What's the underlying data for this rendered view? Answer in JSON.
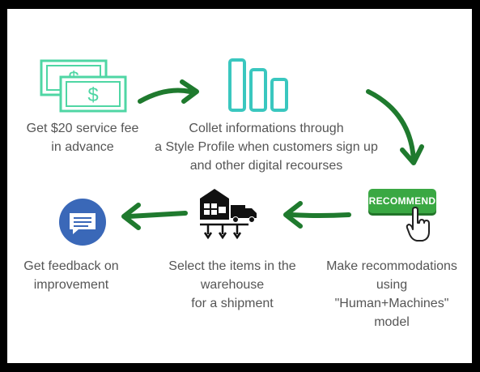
{
  "steps": {
    "fee": {
      "line1": "Get $20 service fee",
      "line2": "in advance"
    },
    "collect": {
      "line1": "Collet informations  through",
      "line2": "a Style Profile when customers sign up",
      "line3": "and other digital recourses"
    },
    "recommend": {
      "button_label": "RECOMMEND",
      "line1": "Make recommodations",
      "line2": "using",
      "line3": "\"Human+Machines\"",
      "line4": "model"
    },
    "warehouse": {
      "line1": "Select the items in the",
      "line2": "warehouse",
      "line3": "for a shipment"
    },
    "feedback": {
      "line1": "Get feedback on",
      "line2": "improvement"
    }
  },
  "icons": {
    "fee": "dollar-bills-icon",
    "collect": "bar-chart-icon",
    "recommend": "recommend-button-icon",
    "warehouse": "warehouse-truck-icon",
    "feedback": "chat-bubble-icon"
  },
  "colors": {
    "arrow": "#1f7a2e",
    "teal": "#3ac7bf",
    "mint": "#4fd6a4",
    "button": "#3aa843",
    "feedback": "#3a68b8",
    "text": "#555555"
  }
}
